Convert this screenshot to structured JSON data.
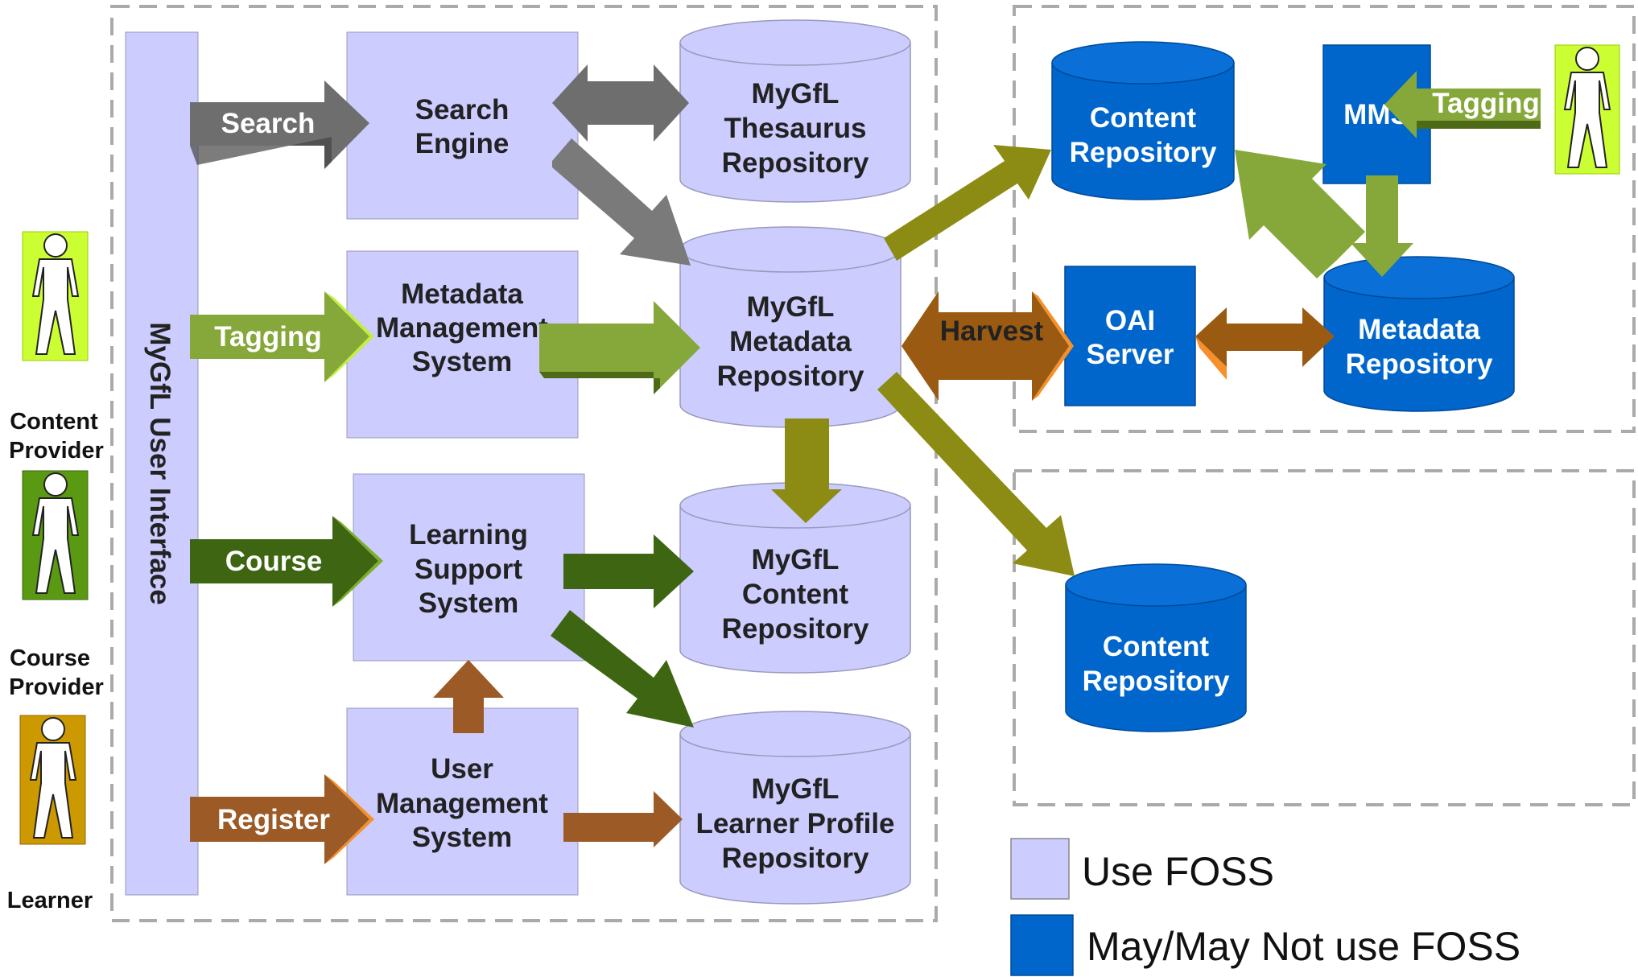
{
  "ui_interface_label": "MyGfL User Interface",
  "boxes": {
    "search_engine": [
      "Search",
      "Engine"
    ],
    "metadata_mgmt": [
      "Metadata",
      "Management",
      "System"
    ],
    "learning_support": [
      "Learning",
      "Support",
      "System"
    ],
    "user_mgmt": [
      "User",
      "Management",
      "System"
    ],
    "mms": [
      "MMS"
    ],
    "oai_server": [
      "OAI",
      "Server"
    ]
  },
  "repositories": {
    "thesaurus": [
      "MyGfL",
      "Thesaurus",
      "Repository"
    ],
    "metadata": [
      "MyGfL",
      "Metadata",
      "Repository"
    ],
    "content": [
      "MyGfL",
      "Content",
      "Repository"
    ],
    "learner_profile": [
      "MyGfL",
      "Learner Profile",
      "Repository"
    ],
    "ext_content_top": [
      "Content",
      "Repository"
    ],
    "ext_metadata": [
      "Metadata",
      "Repository"
    ],
    "ext_content_bottom": [
      "Content",
      "Repository"
    ]
  },
  "arrows": {
    "search": "Search",
    "tagging": "Tagging",
    "course": "Course",
    "register": "Register",
    "harvest": "Harvest",
    "tagging_right": "Tagging"
  },
  "actors": {
    "content_provider": [
      "Content",
      "Provider"
    ],
    "course_provider": [
      "Course",
      "Provider"
    ],
    "learner": [
      "Learner"
    ]
  },
  "legend": {
    "foss": "Use FOSS",
    "maybe": "May/May Not use FOSS"
  },
  "colors": {
    "light_box": "#ccccff",
    "dark_box": "#0066cc",
    "search_arrow": "#6e6e6e",
    "tagging_arrow": "#86a83a",
    "course_arrow": "#3e6612",
    "register_arrow": "#9c5a26",
    "olive_arrow": "#8c8c14",
    "harvest_arrow": "#9a5a12"
  }
}
